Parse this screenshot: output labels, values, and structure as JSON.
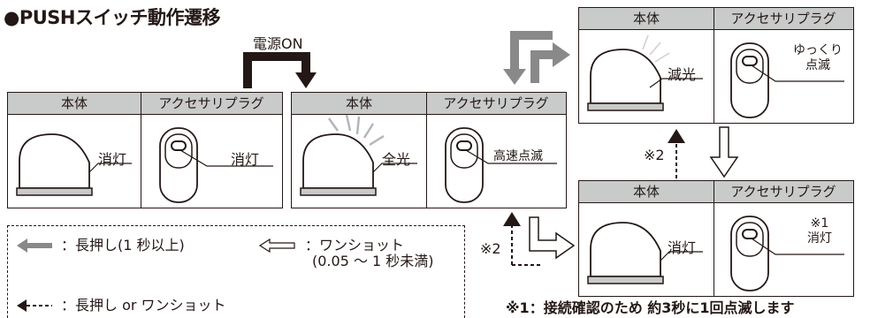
{
  "title": "●PUSHスイッチ動作遷移",
  "power_on_label": "電源ON",
  "panel_headers": {
    "body": "本体",
    "plug": "アクセサリプラグ"
  },
  "panels": {
    "off": {
      "body_state": "消灯",
      "plug_state": "消灯"
    },
    "on": {
      "body_state": "全光",
      "plug_state": "高速点滅"
    },
    "dim": {
      "body_state": "減光",
      "plug_state_line1": "ゆっくり",
      "plug_state_line2": "点滅"
    },
    "off2": {
      "body_state": "消灯",
      "plug_state_line1": "※1",
      "plug_state_line2": "消灯"
    }
  },
  "marks": {
    "note2_a": "※2",
    "note2_b": "※2"
  },
  "legend": {
    "long_press": "：長押し(1 秒以上)",
    "one_shot_line1": "：ワンショット",
    "one_shot_line2": "(0.05 ～ 1 秒未満)",
    "either": "：長押し or ワンショット"
  },
  "footnote": "※1：接続確認のため 約3秒に1回点滅します"
}
